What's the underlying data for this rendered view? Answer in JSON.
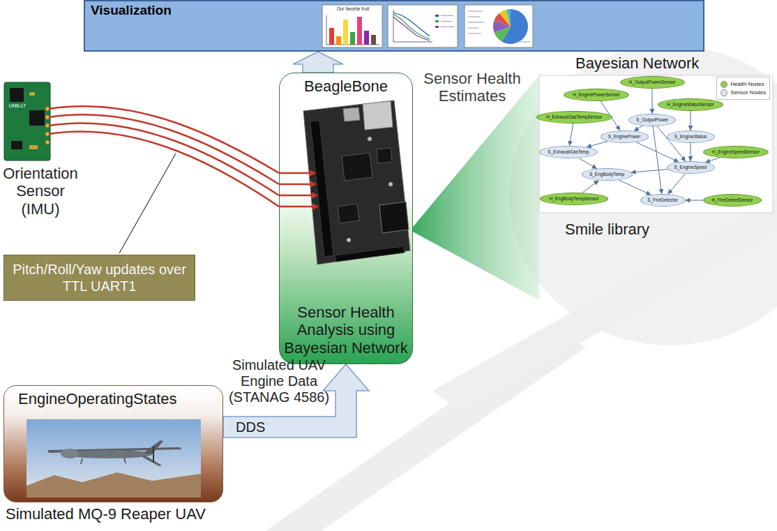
{
  "diagram": {
    "nodes": [
      {
        "text": [
          "Visualization"
        ]
      },
      {
        "text": [
          "BeagleBone",
          "Sensor Health Analysis using Bayesian Network"
        ]
      },
      {
        "text": [
          "Bayesian Network",
          "Smile library"
        ]
      },
      {
        "text": [
          "H_OutputPowerSensor"
        ],
        "in": 2
      },
      {
        "text": [
          "H_EnginePowerSensor"
        ],
        "in": 2
      },
      {
        "text": [
          "H_EngineStatusSensor"
        ],
        "in": 2
      },
      {
        "text": [
          "H_ExhaustGasTempSensor"
        ],
        "in": 2
      },
      {
        "text": [
          "S_OutputPower"
        ],
        "in": 2
      },
      {
        "text": [
          "S_EnginePower"
        ],
        "in": 2
      },
      {
        "text": [
          "S_EngineStatus"
        ],
        "in": 2
      },
      {
        "text": [
          "S_ExhaustGasTemp"
        ],
        "in": 2
      },
      {
        "text": [
          "H_EngineSpeedSensor"
        ],
        "in": 2
      },
      {
        "text": [
          "S_EngineSpeed"
        ],
        "in": 2
      },
      {
        "text": [
          "S_EngBodyTemp"
        ],
        "in": 2
      },
      {
        "text": [
          "H_EngBodyTempSensor"
        ],
        "in": 2
      },
      {
        "text": [
          "S_FireDetector"
        ],
        "in": 2
      },
      {
        "text": [
          "H_FireDetectSensor"
        ],
        "in": 2
      },
      {
        "text": [
          "Pitch/Roll/Yaw updates over TTL UART1"
        ]
      },
      {
        "text": [
          "EngineOperatingStates",
          "Simulated MQ-9 Reaper UAV"
        ]
      }
    ],
    "edges": [
      {
        "from": 1,
        "to": 0,
        "arrow": "to",
        "label": "Sensor Health Estimates"
      },
      {
        "from": 18,
        "to": 1,
        "arrow": "to",
        "label": "DDS"
      },
      {
        "from": 3,
        "to": 7,
        "arrow": "to"
      },
      {
        "from": 4,
        "to": 8,
        "arrow": "to"
      },
      {
        "from": 5,
        "to": 9,
        "arrow": "to"
      },
      {
        "from": 6,
        "to": 10,
        "arrow": "to"
      },
      {
        "from": 7,
        "to": 8,
        "arrow": "to"
      },
      {
        "from": 7,
        "to": 12,
        "arrow": "to"
      },
      {
        "from": 7,
        "to": 15,
        "arrow": "to"
      },
      {
        "from": 8,
        "to": 10,
        "arrow": "to"
      },
      {
        "from": 8,
        "to": 12,
        "arrow": "to"
      },
      {
        "from": 9,
        "to": 12,
        "arrow": "to"
      },
      {
        "from": 11,
        "to": 12,
        "arrow": "to"
      },
      {
        "from": 10,
        "to": 13,
        "arrow": "to"
      },
      {
        "from": 14,
        "to": 13,
        "arrow": "to"
      },
      {
        "from": 12,
        "to": 13,
        "arrow": "to"
      },
      {
        "from": 12,
        "to": 15,
        "arrow": "to"
      },
      {
        "from": 13,
        "to": 15,
        "arrow": "to"
      },
      {
        "from": 16,
        "to": 15,
        "arrow": "to"
      }
    ],
    "labels": [
      "Our favorite fruit",
      "UM6-LT",
      "Orientation Sensor (IMU)",
      "Simulated UAV Engine Data (STANAG 4586)"
    ],
    "legend": [
      {
        "text": "Health Nodes",
        "color": "#92d050"
      },
      {
        "text": "Sensor Nodes",
        "color": "#dce6f2"
      }
    ]
  }
}
